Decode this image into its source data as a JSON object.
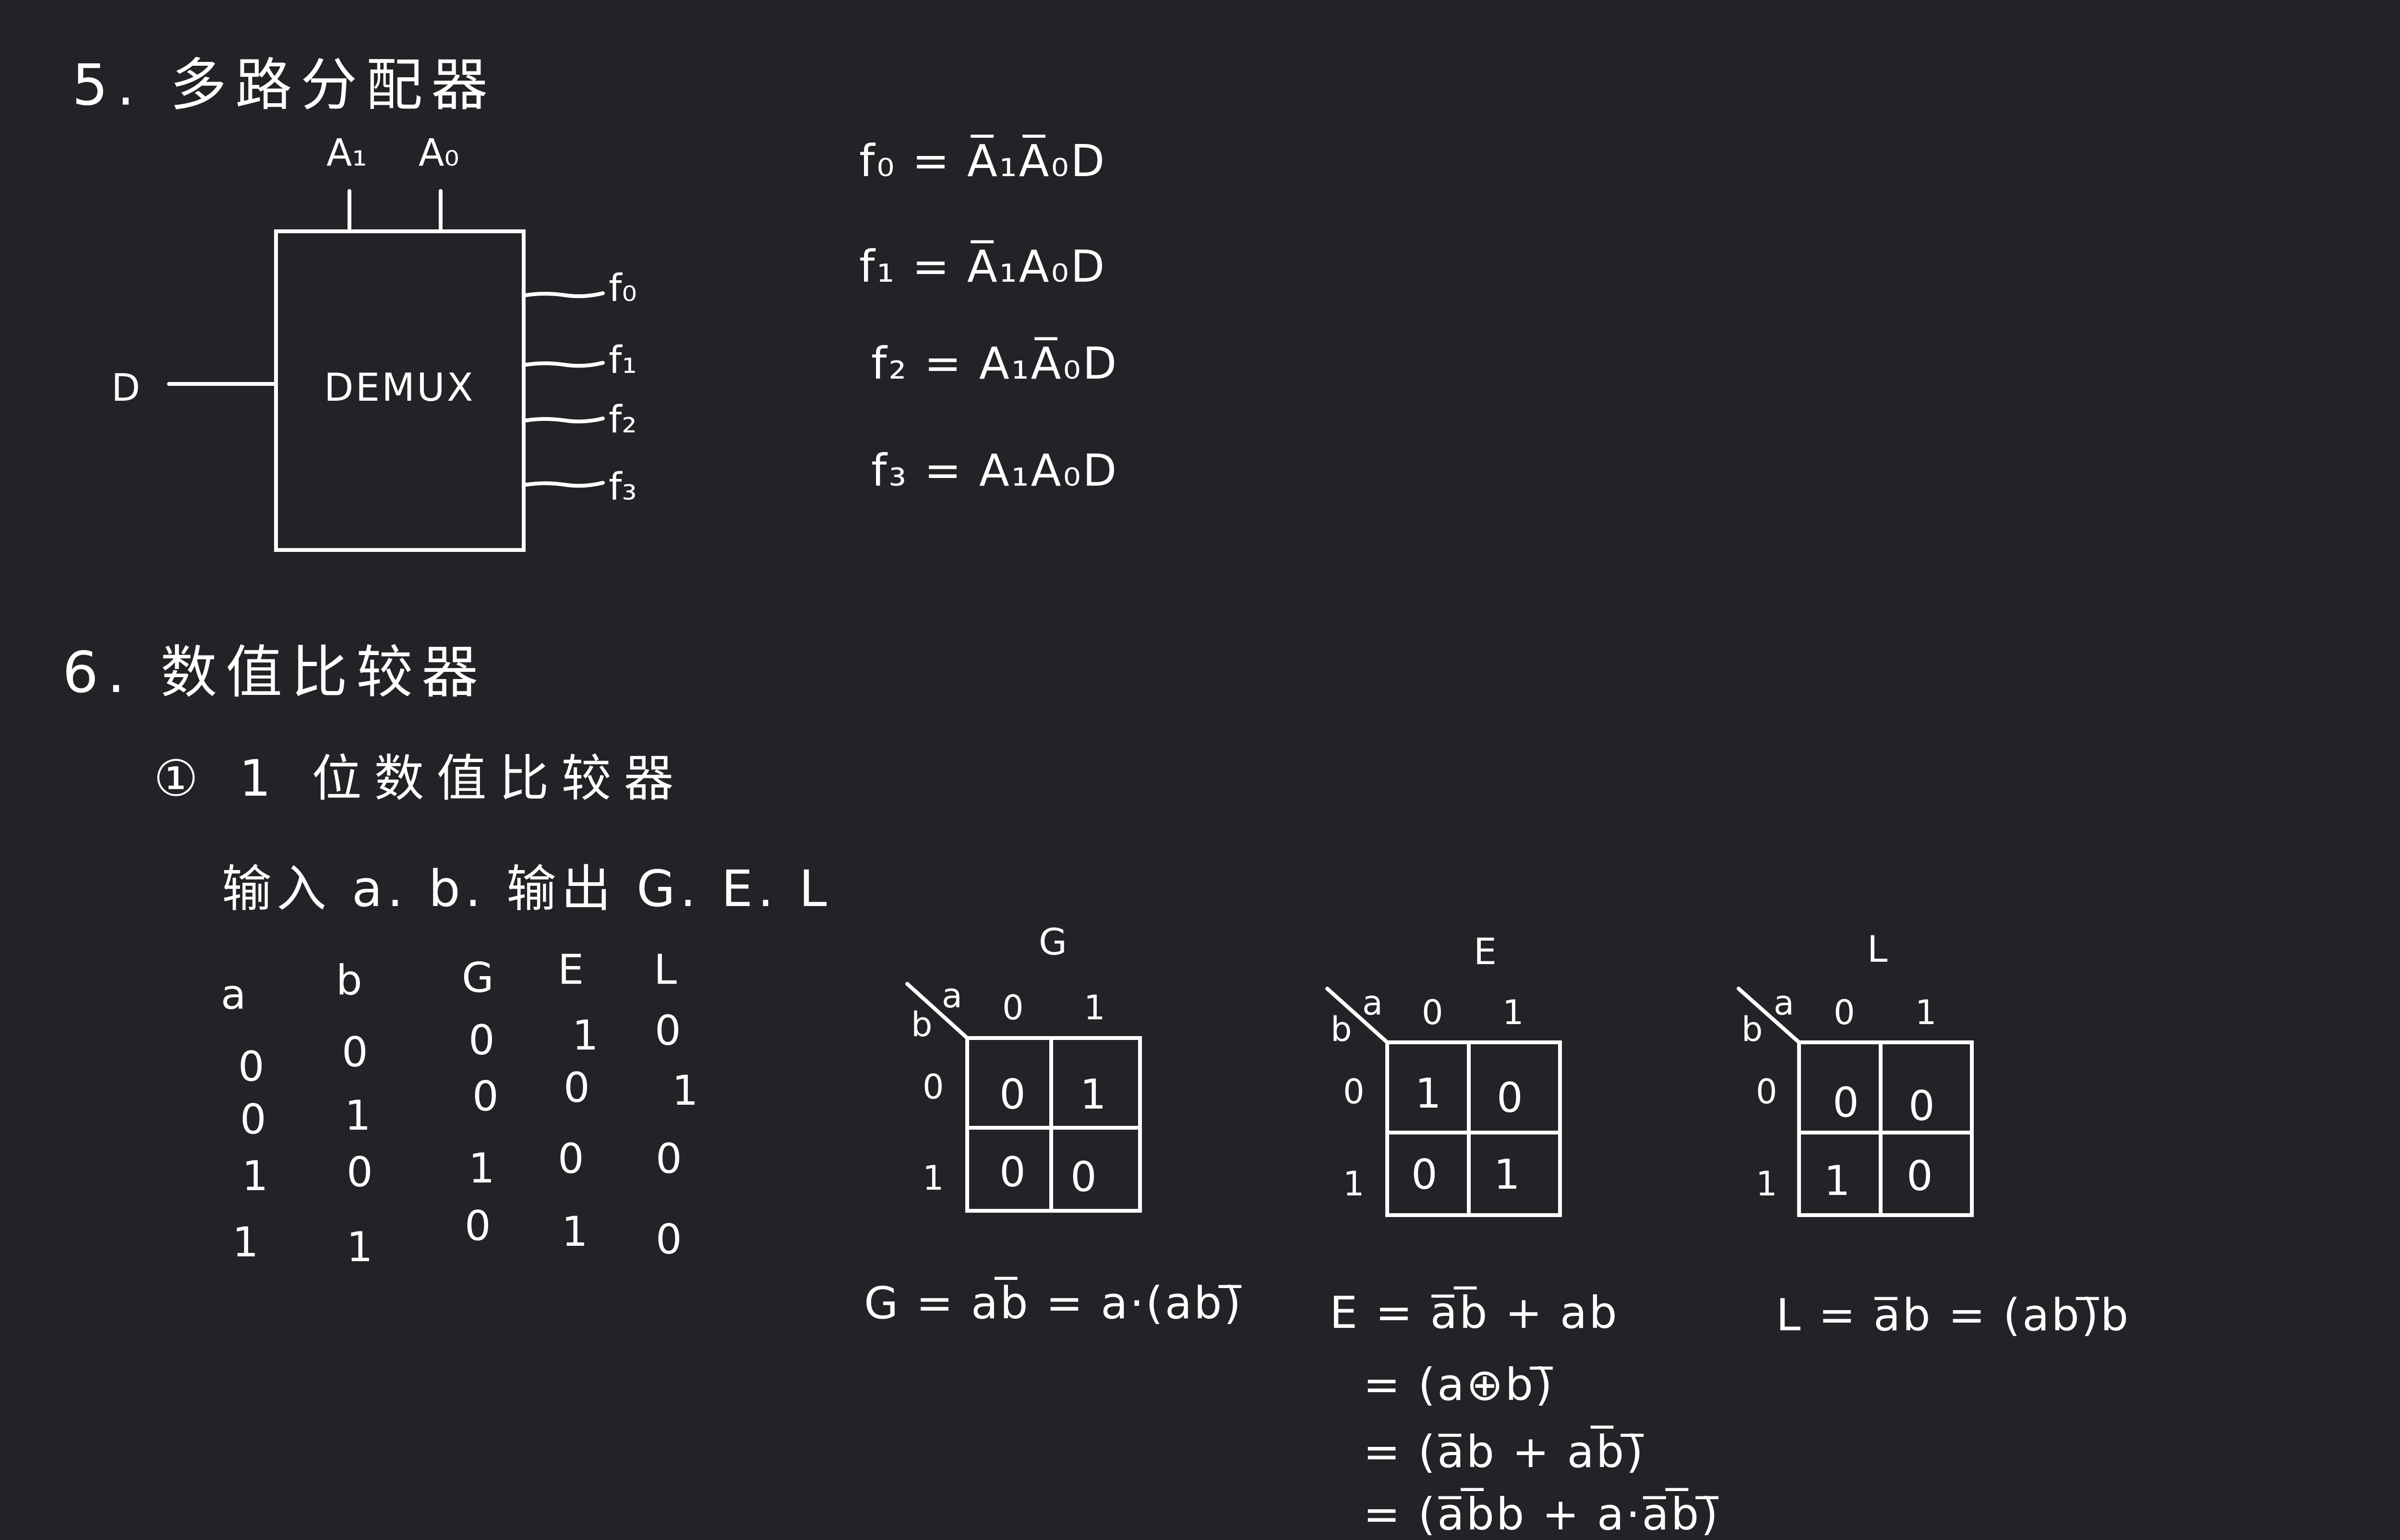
{
  "section5": {
    "title": "5. 多路分配器",
    "input_label": "D",
    "select_labels": [
      "A₁",
      "A₀"
    ],
    "block_label": "DEMUX",
    "outputs": [
      "f₀",
      "f₁",
      "f₂",
      "f₃"
    ],
    "equations": [
      {
        "lhs": "f₀ =",
        "rhs": "A̅₁A̅₀D"
      },
      {
        "lhs": "f₁ =",
        "rhs": "A̅₁A₀D"
      },
      {
        "lhs": "f₂ =",
        "rhs": "A₁A̅₀D"
      },
      {
        "lhs": "f₃ =",
        "rhs": "A₁A₀D"
      }
    ]
  },
  "section6": {
    "title": "6. 数值比较器",
    "subtitle": "① 1 位数值比较器",
    "io_line": "输入 a. b.  输出 G. E. L",
    "truth_table": {
      "headers": [
        "a",
        "b",
        "G",
        "E",
        "L"
      ],
      "rows": [
        [
          "0",
          "0",
          "0",
          "1",
          "0"
        ],
        [
          "0",
          "1",
          "0",
          "0",
          "1"
        ],
        [
          "1",
          "0",
          "1",
          "0",
          "0"
        ],
        [
          "1",
          "1",
          "0",
          "1",
          "0"
        ]
      ]
    },
    "kmaps": [
      {
        "title": "G",
        "row_var": "b",
        "col_var": "a",
        "col_labels": [
          "0",
          "1"
        ],
        "row_labels": [
          "0",
          "1"
        ],
        "cells": [
          [
            "0",
            "1"
          ],
          [
            "0",
            "0"
          ]
        ]
      },
      {
        "title": "E",
        "row_var": "b",
        "col_var": "a",
        "col_labels": [
          "0",
          "1"
        ],
        "row_labels": [
          "0",
          "1"
        ],
        "cells": [
          [
            "1",
            "0"
          ],
          [
            "0",
            "1"
          ]
        ]
      },
      {
        "title": "L",
        "row_var": "b",
        "col_var": "a",
        "col_labels": [
          "0",
          "1"
        ],
        "row_labels": [
          "0",
          "1"
        ],
        "cells": [
          [
            "0",
            "0"
          ],
          [
            "1",
            "0"
          ]
        ]
      }
    ],
    "G_eq": "G = ab̅ = a·(ab)̅",
    "E_eq": [
      "E = a̅b̅ + ab",
      "= (a⊕b)̅",
      "= (a̅b + ab̅)̅",
      "= (a̅b̅b + a·a̅b̅)̅"
    ],
    "L_eq": "L = a̅b = (ab)̅b"
  }
}
